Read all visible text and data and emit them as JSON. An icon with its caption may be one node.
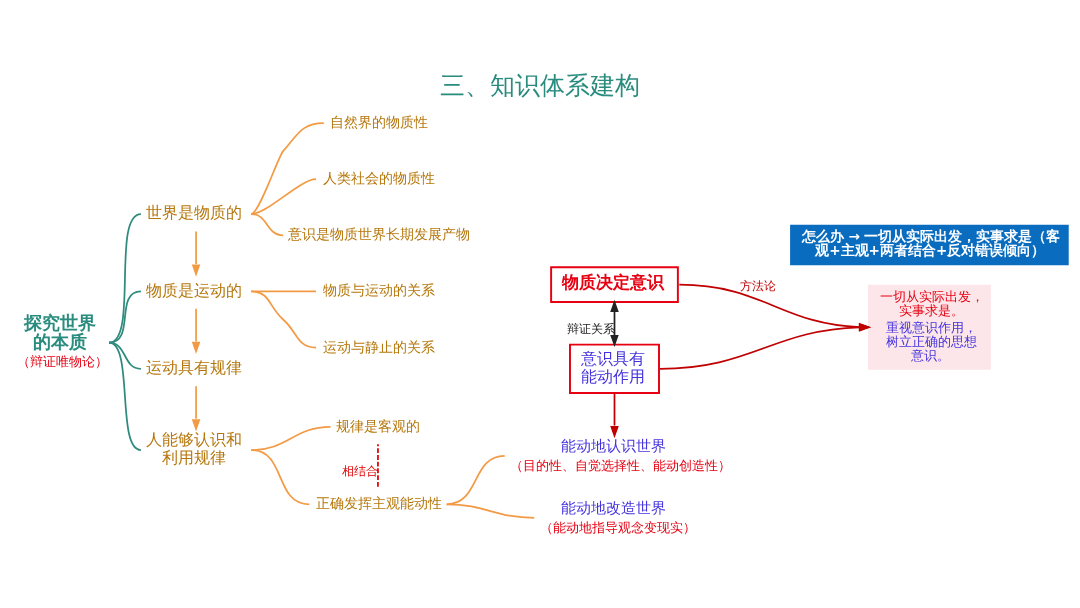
{
  "diagram": {
    "title": "三、知识体系建构",
    "nodes": [
      {
        "text": [
          "探究世界的本质",
          "（辩证唯物论）"
        ]
      },
      {
        "text": [
          "世界是物质的"
        ]
      },
      {
        "text": [
          "自然界的物质性"
        ]
      },
      {
        "text": [
          "人类社会的物质性"
        ]
      },
      {
        "text": [
          "意识是物质世界长期发展产物"
        ]
      },
      {
        "text": [
          "物质是运动的"
        ]
      },
      {
        "text": [
          "物质与运动的关系"
        ]
      },
      {
        "text": [
          "运动与静止的关系"
        ]
      },
      {
        "text": [
          "运动具有规律"
        ]
      },
      {
        "text": [
          "规律是客观的"
        ]
      },
      {
        "text": [
          "正确发挥主观能动性"
        ]
      },
      {
        "text": [
          "人能够认识和利用规律"
        ]
      },
      {
        "text": [
          "物质决定意识"
        ]
      },
      {
        "text": [
          "意识具有能动作用"
        ]
      },
      {
        "text": [
          "一切从实际出发，实事求是。",
          "重视意识作用，树立正确的思想意识。"
        ]
      },
      {
        "text": [
          "能动地认识世界"
        ],
        "beside": [
          "（目的性、自觉选择性、能动创造性）"
        ]
      },
      {
        "text": [
          "能动地改造世界"
        ],
        "beside": [
          "（能动地指导观念变现实）"
        ]
      },
      {
        "text": [
          "怎么办 → 一切从实际出发，实事求是（客观+主观+两者结合+反对错误倾向）"
        ]
      }
    ],
    "edges": [
      {
        "from": 0,
        "to": 1,
        "arrow": "none",
        "color": "#2e8b7d"
      },
      {
        "from": 0,
        "to": 5,
        "arrow": "none",
        "color": "#2e8b7d"
      },
      {
        "from": 0,
        "to": 8,
        "arrow": "none",
        "color": "#2e8b7d"
      },
      {
        "from": 0,
        "to": 11,
        "arrow": "none",
        "color": "#2e8b7d"
      },
      {
        "from": 1,
        "to": 2,
        "arrow": "none"
      },
      {
        "from": 1,
        "to": 3,
        "arrow": "none"
      },
      {
        "from": 1,
        "to": 4,
        "arrow": "none"
      },
      {
        "from": 1,
        "to": 5,
        "arrow": "to"
      },
      {
        "from": 5,
        "to": 6,
        "arrow": "none"
      },
      {
        "from": 5,
        "to": 7,
        "arrow": "none"
      },
      {
        "from": 5,
        "to": 8,
        "arrow": "to"
      },
      {
        "from": 8,
        "to": 11,
        "arrow": "to"
      },
      {
        "from": 11,
        "to": 9,
        "arrow": "none"
      },
      {
        "from": 11,
        "to": 10,
        "arrow": "none"
      },
      {
        "from": 9,
        "to": 10,
        "arrow": "none",
        "label": "相结合",
        "style": "dashed",
        "color": "#e00000"
      },
      {
        "from": 12,
        "to": 13,
        "arrow": "both",
        "label": "辩证关系",
        "color": "#222222"
      },
      {
        "from": 12,
        "to": 14,
        "arrow": "to",
        "label": "方法论",
        "color": "#c00000"
      },
      {
        "from": 13,
        "to": 14,
        "arrow": "to",
        "color": "#c00000"
      },
      {
        "from": 13,
        "to": 15,
        "arrow": "to",
        "color": "#c00000"
      },
      {
        "from": 10,
        "to": 15,
        "arrow": "none"
      },
      {
        "from": 10,
        "to": 16,
        "arrow": "none"
      }
    ]
  }
}
